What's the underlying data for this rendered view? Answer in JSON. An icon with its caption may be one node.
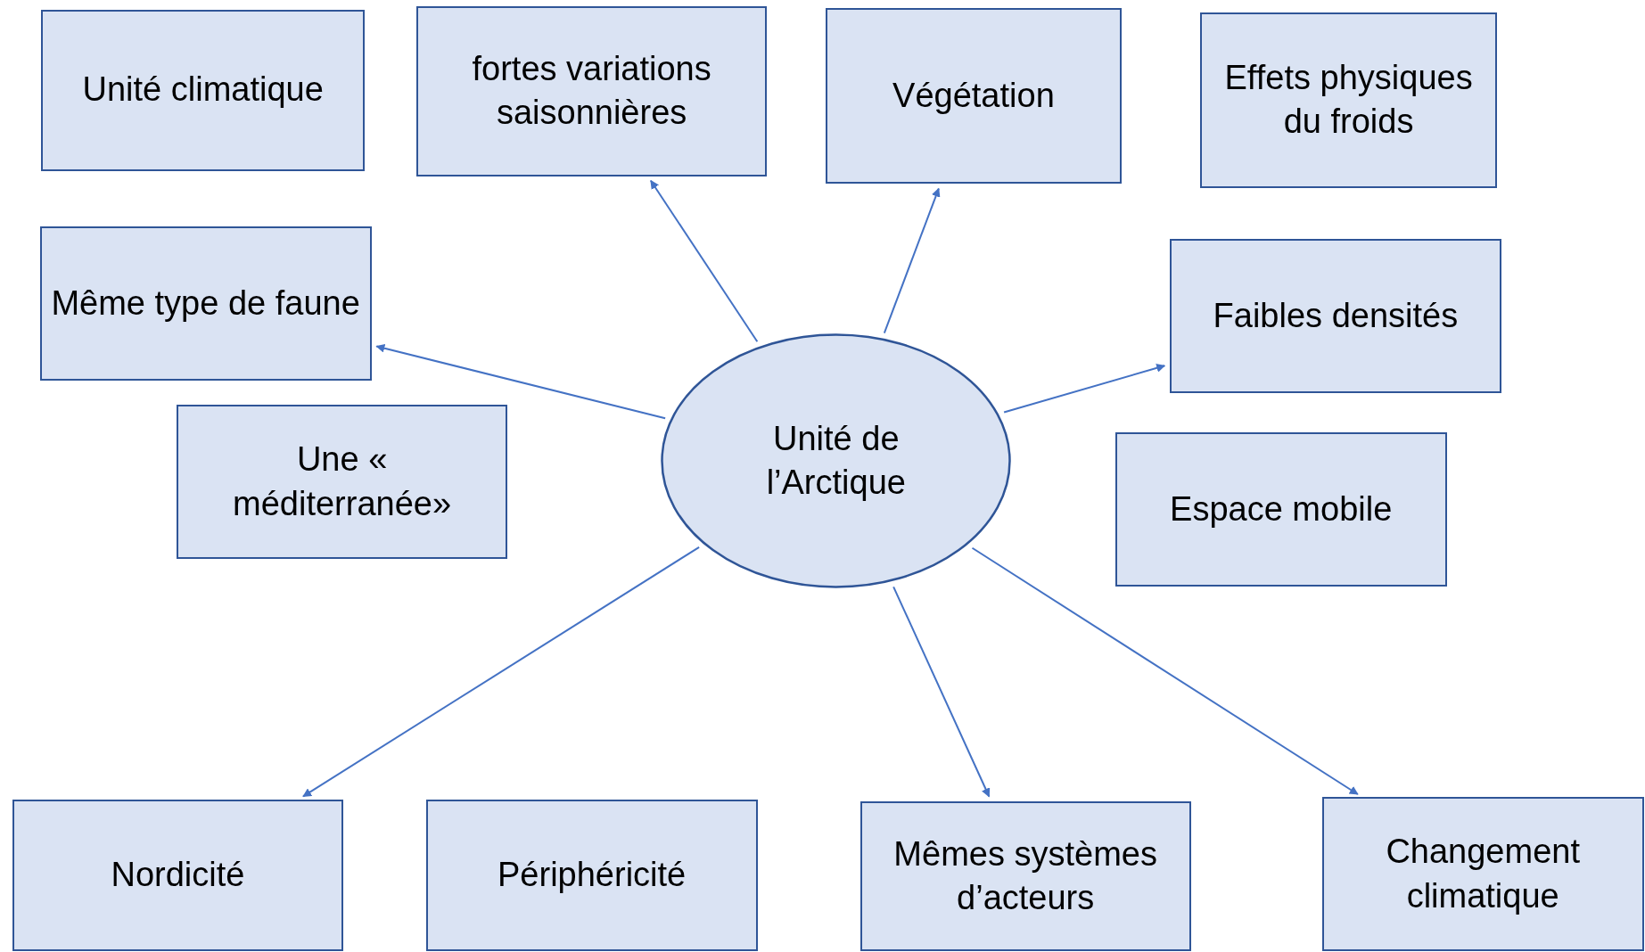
{
  "diagram": {
    "nodes": [
      {
        "text": [
          "Unité climatique"
        ]
      },
      {
        "text": [
          "fortes variations saisonnières"
        ]
      },
      {
        "text": [
          "Végétation"
        ]
      },
      {
        "text": [
          "Effets physiques du froids"
        ]
      },
      {
        "text": [
          "Même type de faune"
        ]
      },
      {
        "text": [
          "Faibles densités"
        ]
      },
      {
        "text": [
          "Une « méditerranée»"
        ]
      },
      {
        "text": [
          "Unité de l’Arctique"
        ]
      },
      {
        "text": [
          "Espace mobile"
        ]
      },
      {
        "text": [
          "Nordicité"
        ]
      },
      {
        "text": [
          "Périphéricité"
        ]
      },
      {
        "text": [
          "Mêmes systèmes d’acteurs"
        ]
      },
      {
        "text": [
          "Changement climatique"
        ]
      }
    ],
    "edges": [
      {
        "from": 7,
        "to": 4,
        "arrow": "to"
      },
      {
        "from": 7,
        "to": 1,
        "arrow": "to"
      },
      {
        "from": 7,
        "to": 2,
        "arrow": "to"
      },
      {
        "from": 7,
        "to": 5,
        "arrow": "to"
      },
      {
        "from": 7,
        "to": 9,
        "arrow": "to"
      },
      {
        "from": 7,
        "to": 11,
        "arrow": "to"
      },
      {
        "from": 7,
        "to": 12,
        "arrow": "to"
      }
    ]
  }
}
